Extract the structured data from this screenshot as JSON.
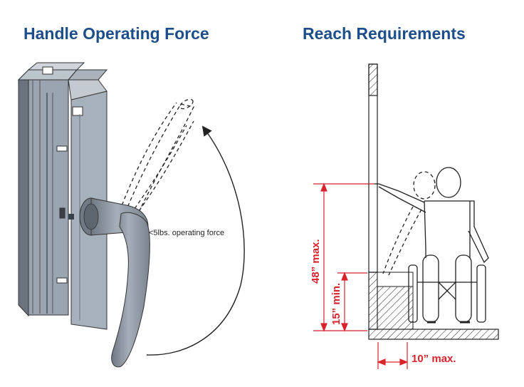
{
  "titles": {
    "left": "Handle Operating Force",
    "right": "Reach Requirements"
  },
  "labels": {
    "force": "<5lbs. operating force",
    "max_height": "48” max.",
    "min_height": "15” min.",
    "max_depth": "10” max."
  },
  "colors": {
    "title": "#1d4e89",
    "dimension": "#d9232d",
    "frame": "#9aa5b1",
    "handle": "#8e98a3"
  }
}
